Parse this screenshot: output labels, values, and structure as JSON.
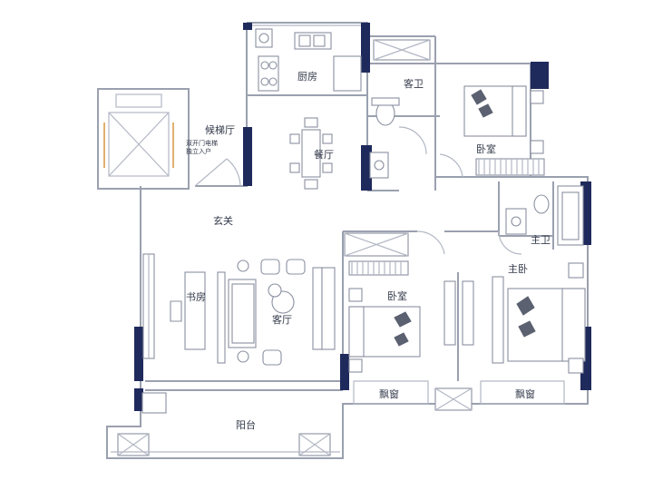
{
  "rooms": {
    "kitchen": "厨房",
    "guest_bath": "客卫",
    "bedroom_ne": "卧室",
    "elevator_hall": "候梯厅",
    "elevator_note_1": "双开门电梯",
    "elevator_note_2": "独立入户",
    "dining": "餐厅",
    "entrance": "玄关",
    "master_bath": "主卫",
    "master_bedroom": "主卧",
    "study": "书房",
    "living": "客厅",
    "bedroom_center": "卧室",
    "bay_window_1": "飘窗",
    "bay_window_2": "飘窗",
    "balcony": "阳台"
  },
  "colors": {
    "pillar": "#1f2a5c",
    "wall": "#9aa0ae",
    "furniture": "#8a90a0"
  }
}
